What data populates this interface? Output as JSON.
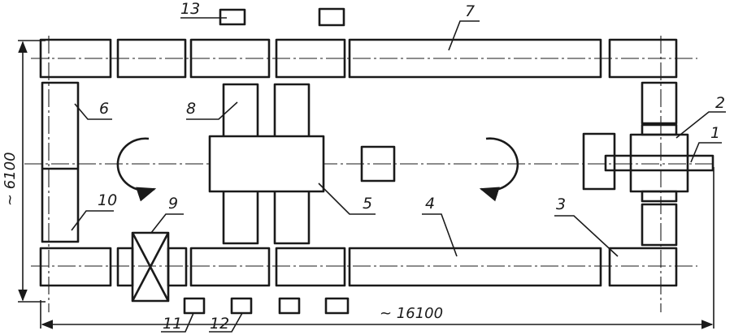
{
  "callouts": {
    "c1": "1",
    "c2": "2",
    "c3": "3",
    "c4": "4",
    "c5": "5",
    "c6": "6",
    "c7": "7",
    "c8": "8",
    "c9": "9",
    "c10": "10",
    "c11": "11",
    "c12": "12",
    "c13": "13"
  },
  "dimensions": {
    "width": "~ 16100",
    "height": "~ 6100"
  }
}
